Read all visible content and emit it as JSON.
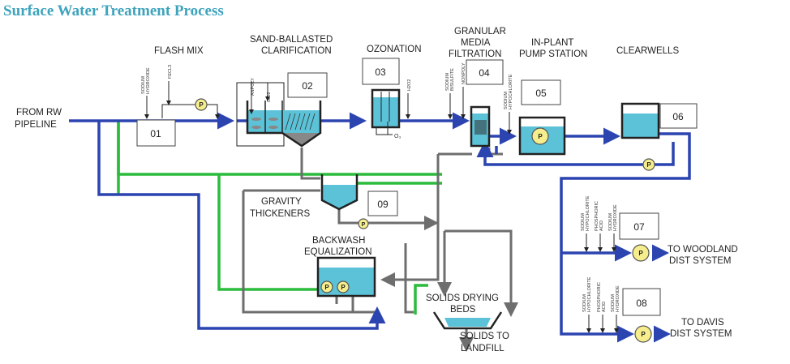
{
  "title": "Surface Water Treatment Process",
  "labels": {
    "from_rw": [
      "FROM RW",
      "PIPELINE"
    ],
    "flash_mix": "FLASH MIX",
    "clarification": [
      "SAND-BALLASTED",
      "CLARIFICATION"
    ],
    "ozonation": "OZONATION",
    "filtration": [
      "GRANULAR",
      "MEDIA",
      "FILTRATION"
    ],
    "pump_station": [
      "IN-PLANT",
      "PUMP STATION"
    ],
    "clearwells": "CLEARWELLS",
    "gravity_thickeners": [
      "GRAVITY",
      "THICKENERS"
    ],
    "backwash": [
      "BACKWASH",
      "EQUALIZATION"
    ],
    "drying_beds": [
      "SOLIDS DRYING",
      "BEDS"
    ],
    "landfill": [
      "SOLIDS TO",
      "LANDFILL"
    ],
    "woodland": [
      "TO WOODLAND",
      "DIST SYSTEM"
    ],
    "davis": [
      "TO DAVIS",
      "DIST SYSTEM"
    ],
    "o3": "O₃"
  },
  "chemicals": {
    "flash_mix": [
      [
        "SODIUM",
        "HYDROXIDE"
      ],
      [
        "FECL3"
      ]
    ],
    "clarification": [
      [
        "ANPOLY"
      ],
      [
        "ClO2"
      ]
    ],
    "ozonation": [
      [
        "H2O2"
      ]
    ],
    "filtration": [
      [
        "SODIUM",
        "BISULFITE"
      ],
      [
        "NONPOLY"
      ]
    ],
    "pump_station": [
      [
        "SODIUM",
        "HYPOCHLORITE"
      ]
    ],
    "woodland": [
      [
        "SODIUM",
        "HYPOCHLORITE"
      ],
      [
        "PHOSPHORIC",
        "ACID"
      ],
      [
        "SODIUM",
        "HYDROXIDE"
      ]
    ],
    "davis": [
      [
        "SODIUM",
        "HYPOCHLORITE"
      ],
      [
        "PHOSPHORIC",
        "ACID"
      ],
      [
        "SODIUM",
        "HYDROXIDE"
      ]
    ]
  },
  "boxes": [
    "01",
    "02",
    "03",
    "04",
    "05",
    "06",
    "07",
    "08",
    "09"
  ],
  "pump_label": "P",
  "colors": {
    "title": "#3ea3bd",
    "water_line": "#2b44b0",
    "backwash_line": "#2bbb3d",
    "solids_line": "#6e6e6e",
    "water": "#5cc2d8",
    "pump": "#f6ee8c"
  }
}
